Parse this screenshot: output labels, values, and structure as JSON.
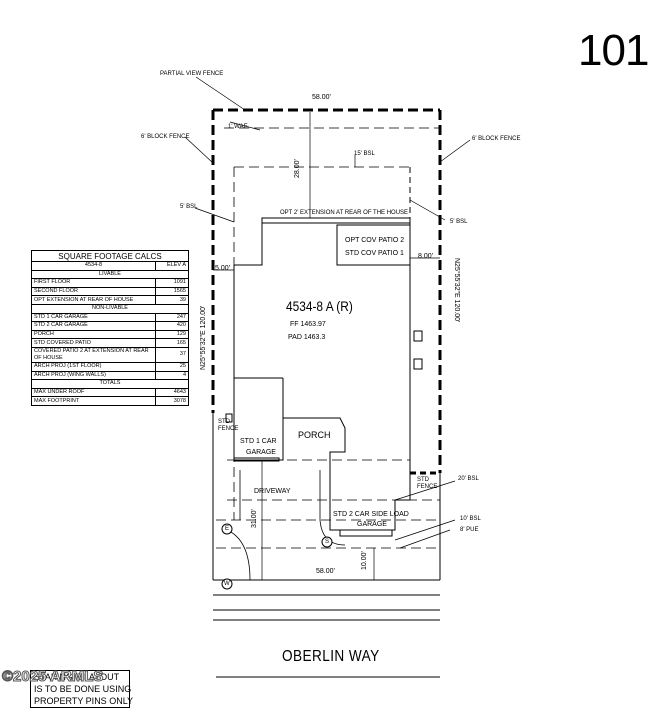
{
  "lot_number": "101",
  "labels": {
    "partial_view_fence": "PARTIAL VIEW FENCE",
    "block_fence_left": "6' BLOCK FENCE",
    "block_fence_right": "6' BLOCK FENCE",
    "top_dim": "58.00'",
    "wae": "1' WAE",
    "rear_setback": "28.00'",
    "bsl_15": "15' BSL",
    "bsl_5_left": "5' BSL",
    "bsl_5_right": "5' BSL",
    "opt_extension": "OPT 2' EXTENSION AT REAR OF THE HOUSE",
    "opt_cov_patio": "OPT COV PATIO 2",
    "std_cov_patio": "STD COV PATIO 1",
    "dim_8": "8.00'",
    "dim_5": "5.00'",
    "plan_name": "4534-8 A (R)",
    "ff": "FF 1463.97",
    "pad": "PAD 1463.3",
    "bearing_right": "N25°55'32\"E  120.00'",
    "bearing_left": "N25°55'32\"E  120.00'",
    "std_fence": "STD FENCE",
    "std_fence_right": "STD FENCE",
    "std_1_car": "STD 1 CAR",
    "garage": "GARAGE",
    "porch": "PORCH",
    "driveway": "DRIVEWAY",
    "bsl_20": "20' BSL",
    "std_2_car_a": "STD 2 CAR SIDE LOAD",
    "std_2_car_b": "GARAGE",
    "bsl_10": "10' BSL",
    "pue_8": "8' PUE",
    "dim_31": "31.00'",
    "dim_10": "10.00'",
    "bottom_dim": "58.00'",
    "marker_e": "E",
    "marker_s": "S",
    "marker_w": "W",
    "street": "OBERLIN WAY",
    "note_lines": [
      "STAKING & LAYOUT",
      "IS TO BE DONE USING",
      "PROPERTY PINS ONLY"
    ],
    "copyright": "©2025 ARMLS"
  },
  "sqft": {
    "title": "SQUARE FOOTAGE CALCS",
    "col_plan": "4534-8",
    "col_elev": "ELEV A",
    "livable_header": "LIVABLE",
    "livable": [
      {
        "label": "FIRST FLOOR",
        "value": "1091"
      },
      {
        "label": "SECOND FLOOR",
        "value": "1565"
      },
      {
        "label": "OPT EXTENSION AT REAR OF HOUSE",
        "value": "39"
      }
    ],
    "nonlivable_header": "NON-LIVABLE",
    "nonlivable": [
      {
        "label": "STD 1 CAR GARAGE",
        "value": "247"
      },
      {
        "label": "STD 2 CAR GARAGE",
        "value": "420"
      },
      {
        "label": "PORCH",
        "value": "129"
      },
      {
        "label": "STD COVERED PATIO",
        "value": "165"
      },
      {
        "label": "COVERED PATIO 2 AT EXTENSION AT REAR OF HOUSE",
        "value": "37"
      },
      {
        "label": "ARCH PROJ (1ST FLOOR)",
        "value": "25"
      },
      {
        "label": "ARCH PROJ (WING WALLS)",
        "value": "4"
      }
    ],
    "totals_header": "TOTALS",
    "totals": [
      {
        "label": "MAX UNDER ROOF",
        "value": "4643"
      },
      {
        "label": "MAX FOOTPRINT",
        "value": "3078"
      }
    ]
  }
}
